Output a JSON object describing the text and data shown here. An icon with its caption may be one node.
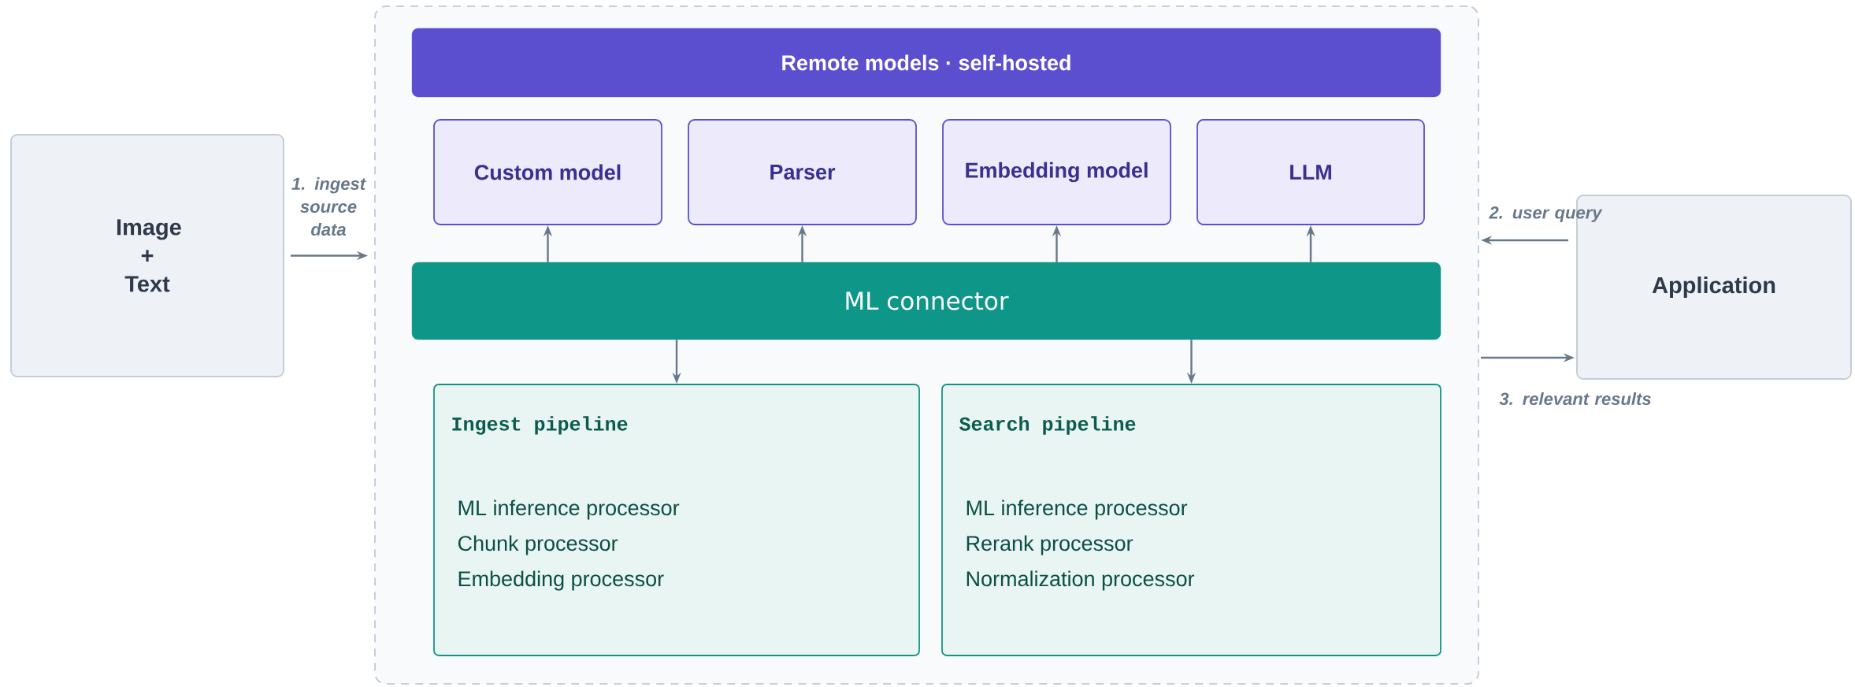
{
  "diagram": {
    "nodes": [
      {
        "text": [
          "Image + Text"
        ]
      },
      {
        "text": [],
        "shape": "box"
      },
      {
        "text": [
          "Remote models · self-hosted"
        ],
        "in": 1
      },
      {
        "text": [
          "Custom model"
        ],
        "in": 1
      },
      {
        "text": [
          "Parser"
        ],
        "in": 1
      },
      {
        "text": [
          "Embedding model"
        ],
        "in": 1
      },
      {
        "text": [
          "LLM"
        ],
        "in": 1
      },
      {
        "text": [
          "ML connector"
        ],
        "in": 1
      },
      {
        "text": [
          "Ingest pipeline",
          "ML inference processor",
          "Chunk processor",
          "Embedding processor"
        ],
        "in": 1
      },
      {
        "text": [
          "Search pipeline",
          "ML inference processor",
          "Rerank processor",
          "Normalization processor"
        ],
        "in": 1
      },
      {
        "text": [
          "Application"
        ]
      }
    ],
    "edges": [
      {
        "from": 0,
        "to": 1,
        "arrow": "to",
        "label": "1. ingest source data"
      },
      {
        "from": 10,
        "to": 1,
        "arrow": "to",
        "label": "2. user query"
      },
      {
        "from": 1,
        "to": 10,
        "arrow": "to",
        "label": "3. relevant results"
      },
      {
        "from": 7,
        "to": 3,
        "arrow": "to"
      },
      {
        "from": 7,
        "to": 4,
        "arrow": "to"
      },
      {
        "from": 7,
        "to": 5,
        "arrow": "to"
      },
      {
        "from": 7,
        "to": 6,
        "arrow": "to"
      },
      {
        "from": 7,
        "to": 8,
        "arrow": "to"
      },
      {
        "from": 7,
        "to": 9,
        "arrow": "to"
      }
    ]
  }
}
